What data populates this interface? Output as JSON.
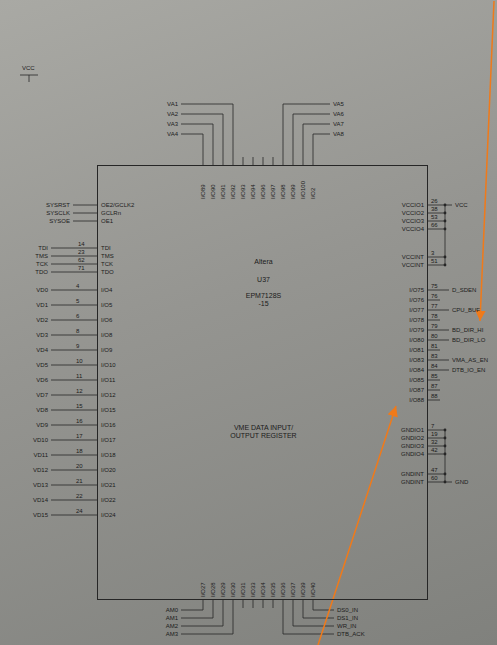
{
  "diagram": {
    "nodes": [
      {
        "text": [
          "Altera",
          "U37",
          "EPM7128S -15",
          "VME DATA INPUT/ OUTPUT REGISTER"
        ]
      }
    ],
    "labels": [
      "VCC",
      "SYSRST",
      "SYSCLK",
      "SYSOE",
      "OE2/GCLK2",
      "GCLRn",
      "OE1",
      "TDI",
      "TMS",
      "TCK",
      "TDO",
      "14",
      "23",
      "62",
      "71",
      "TDI",
      "TMS",
      "TCK",
      "TDO",
      "VD0",
      "VD1",
      "VD2",
      "VD3",
      "VD4",
      "VD5",
      "VD6",
      "VD7",
      "VD8",
      "VD9",
      "VD10",
      "VD11",
      "VD12",
      "VD13",
      "VD14",
      "VD15",
      "4",
      "5",
      "6",
      "8",
      "9",
      "10",
      "11",
      "12",
      "15",
      "16",
      "17",
      "18",
      "20",
      "21",
      "22",
      "24",
      "I/O4",
      "I/O5",
      "I/O6",
      "I/O8",
      "I/O9",
      "I/O10",
      "I/O11",
      "I/O12",
      "I/O15",
      "I/O16",
      "I/O17",
      "I/O18",
      "I/O20",
      "I/O21",
      "I/O22",
      "I/O24",
      "VCCIO1",
      "VCCIO2",
      "VCCIO3",
      "VCCIO4",
      "VCCINT",
      "VCCINT",
      "26",
      "38",
      "53",
      "66",
      "3",
      "51",
      "I/O75",
      "I/O76",
      "I/O77",
      "I/O78",
      "I/O79",
      "I/O80",
      "I/O81",
      "I/O83",
      "I/O84",
      "I/O85",
      "I/O87",
      "I/O88",
      "75",
      "76",
      "77",
      "78",
      "79",
      "80",
      "81",
      "83",
      "84",
      "85",
      "87",
      "88",
      "D_SDEN",
      "CPU_BUF",
      "BD_DIR_HI",
      "BD_DIR_LO",
      "VMA_AS_EN",
      "DTB_IO_EN",
      "GNDIO1",
      "GNDIO2",
      "GNDIO3",
      "GNDIO4",
      "GNDINT",
      "GNDINT",
      "7",
      "19",
      "32",
      "42",
      "47",
      "60",
      "GND",
      "VCC",
      "I/O89",
      "I/O90",
      "I/O91",
      "I/O92",
      "I/O93",
      "I/O94",
      "I/O96",
      "I/O97",
      "I/O98",
      "I/O99",
      "I/O100",
      "I/O2",
      "VA1",
      "VA2",
      "VA3",
      "VA4",
      "VA5",
      "VA6",
      "VA7",
      "VA8",
      "I/O27",
      "I/O28",
      "I/O29",
      "I/O30",
      "I/O31",
      "I/O33",
      "I/O34",
      "I/O35",
      "I/O36",
      "I/O37",
      "I/O39",
      "I/O40",
      "AM0",
      "AM1",
      "AM2",
      "AM3",
      "DS0_IN",
      "DS1_IN",
      "WR_IN",
      "DTB_ACK"
    ]
  }
}
